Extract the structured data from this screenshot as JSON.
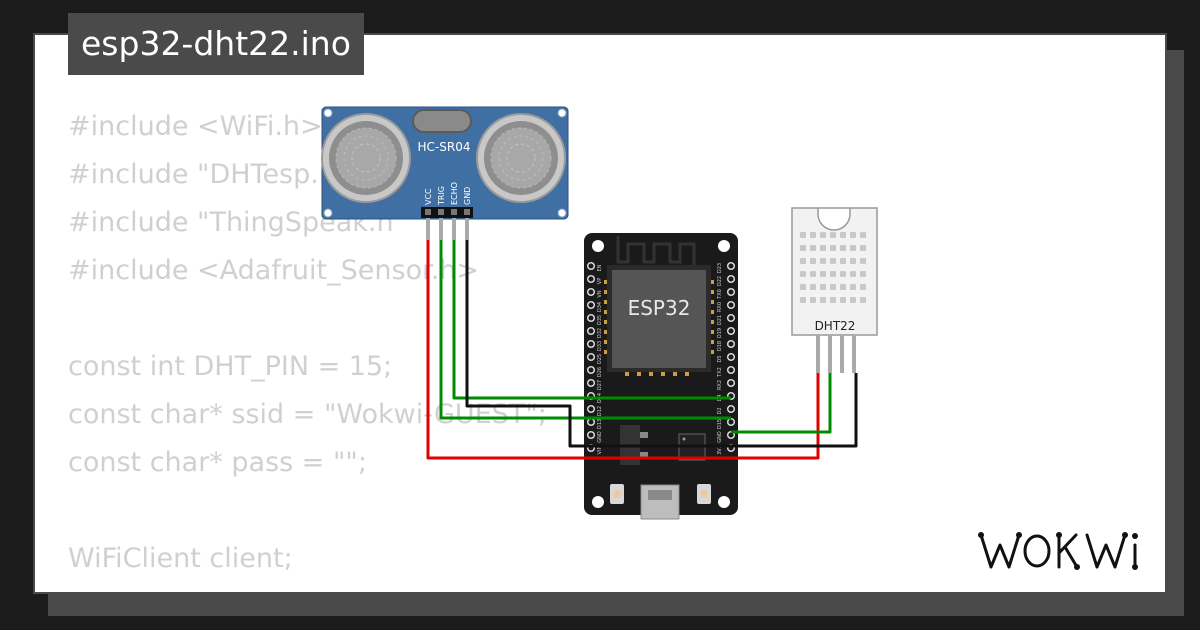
{
  "title": "esp32-dht22.ino",
  "code_lines": [
    "#include <WiFi.h>",
    "#include \"DHTesp.h\"",
    "#include \"ThingSpeak.h\"",
    "#include <Adafruit_Sensor.h>",
    "",
    "const int DHT_PIN = 15;",
    "const char* ssid = \"Wokwi-GUEST\";",
    "const char* pass = \"\";",
    "",
    "WiFiClient client;"
  ],
  "components": {
    "ultrasonic": {
      "label": "HC-SR04",
      "pins": [
        "VCC",
        "TRIG",
        "ECHO",
        "GND"
      ]
    },
    "esp32": {
      "label": "ESP32",
      "left_pins": [
        "EN",
        "VP",
        "VN",
        "D34",
        "D35",
        "D32",
        "D33",
        "D25",
        "D26",
        "D27",
        "D14",
        "D12",
        "D13",
        "GND",
        "VIN"
      ],
      "right_pins": [
        "D23",
        "D22",
        "TX0",
        "RX0",
        "D21",
        "D19",
        "D18",
        "D5",
        "TX2",
        "RX2",
        "D4",
        "D2",
        "D15",
        "GND",
        "3V3"
      ]
    },
    "dht22": {
      "label": "DHT22"
    }
  },
  "brand": "WOKWI",
  "colors": {
    "wire_red": "#e00000",
    "wire_green": "#008c00",
    "wire_black": "#111111",
    "sensor_blue": "#3f6fa3",
    "board": "#1a1a1a"
  }
}
